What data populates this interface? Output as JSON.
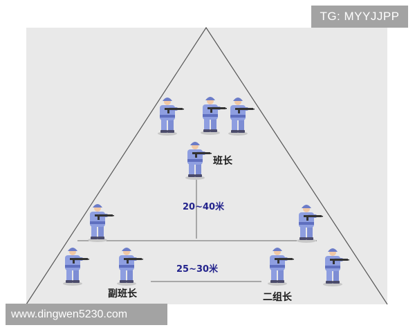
{
  "watermarks": {
    "top_right": "TG: MYYJJPP",
    "bottom_left": "www.dingwen5230.com"
  },
  "diagram": {
    "labels": {
      "squad_leader": "班长",
      "deputy_squad_leader": "副班长",
      "group_two_leader": "二组长"
    },
    "distances": {
      "vertical": "20~40米",
      "horizontal": "25~30米"
    },
    "colors": {
      "panel": "#e9e9e9",
      "lines": "#555555",
      "distance_text": "#23238c",
      "uniform": "#8e9ee0",
      "uniform_shadow": "#5f6fbf",
      "helmet": "#6c7cc8",
      "skin": "#f1c8a5",
      "rifle": "#333333"
    }
  }
}
